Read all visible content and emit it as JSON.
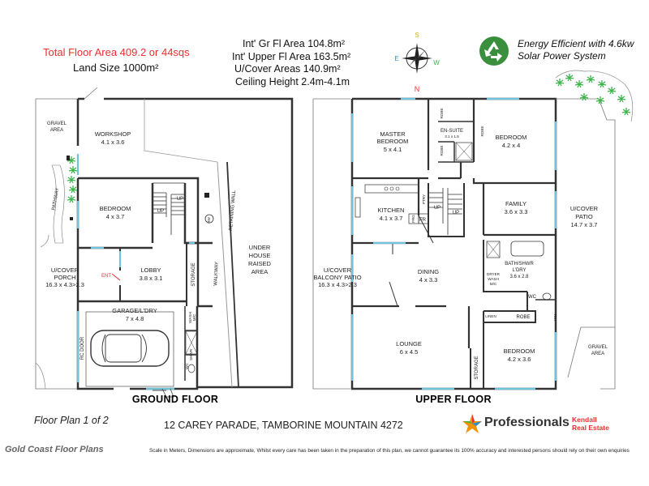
{
  "header": {
    "total_floor_area": "Total Floor Area 409.2 or 44sqs",
    "land_size": "Land Size 1000m²",
    "stats": [
      "Int' Gr Fl Area 104.8m²",
      "Int' Upper Fl Area 163.5m²",
      "U/Cover Areas 140.9m²",
      "Ceiling Height 2.4m-4.1m"
    ],
    "compass": {
      "n": "N",
      "s": "S",
      "e": "E",
      "w": "W"
    },
    "energy": [
      "Energy Efficient with 4.6kw",
      "Solar Power System"
    ]
  },
  "ground_floor": {
    "title": "GROUND FLOOR",
    "rooms": {
      "gravel_area": [
        "GRAVEL",
        "AREA"
      ],
      "workshop": [
        "WORKSHOP",
        "4.1 x 3.6"
      ],
      "pathway": "PATHWAY",
      "bedroom": [
        "BEDROOM",
        "4 x 3.7"
      ],
      "up1": "UP",
      "up2": "UP",
      "hw": "HW",
      "retaining_wall": "RETAINING WALL",
      "under_house": [
        "UNDER",
        "HOUSE",
        "RAISED",
        "AREA"
      ],
      "porch": [
        "U/COVER",
        "PORCH",
        "16.3 x 4.3>2.3"
      ],
      "ent": "ENT",
      "lobby": [
        "LOBBY",
        "3.8 x 3.1"
      ],
      "storage": "STORAGE",
      "walkway": "WALKWAY",
      "garage": [
        "GARAGE/L'DRY",
        "7 x 4.8"
      ],
      "rc_door": "RC DOOR",
      "wash": [
        "WASH",
        "M/C"
      ],
      "shwr": "SHWR",
      "wc": "WC"
    }
  },
  "upper_floor": {
    "title": "UPPER FLOOR",
    "rooms": {
      "master": [
        "MASTER",
        "BEDROOM",
        "5 x 4.1"
      ],
      "robe1": "ROBE",
      "ensuite": [
        "EN-SUITE",
        "3.1 x 1.5"
      ],
      "robe2": "ROBE",
      "robe3": "ROBE",
      "bedroom1": [
        "BEDROOM",
        "4.2 x 4"
      ],
      "kitchen": [
        "KITCHEN",
        "4.1 x 3.7"
      ],
      "ptry": "PTRY",
      "frg": "FRG",
      "fr": "FR",
      "up1": "UP",
      "up2": "UP",
      "family": [
        "FAMILY",
        "3.6 x 3.3"
      ],
      "ucover_patio": [
        "U/COVER",
        "PATIO",
        "14.7 x 3.7"
      ],
      "balcony": [
        "U/COVER",
        "BALCONY PATIO",
        "16.3 x 4.3>2.3"
      ],
      "dining": [
        "DINING",
        "4 x 3.3"
      ],
      "bath": [
        "BATH/SHWR",
        "L'DRY",
        "3.6 x 2.8"
      ],
      "dryer": [
        "DRYER",
        "WASH",
        "M/C"
      ],
      "wc": "WC",
      "linen": "LINEN",
      "robe4": "ROBE",
      "hw": "HW",
      "lounge": [
        "LOUNGE",
        "6 x 4.5"
      ],
      "storage": "STORAGE",
      "bedroom2": [
        "BEDROOM",
        "4.2 x 3.6"
      ],
      "gravel": [
        "GRAVEL",
        "AREA"
      ]
    }
  },
  "footer": {
    "plan_label": "Floor Plan 1 of 2",
    "address": "12 CAREY PARADE, TAMBORINE MOUNTAIN 4272",
    "brand": "Professionals",
    "brand_sub": [
      "Kendall",
      "Real Estate"
    ],
    "gcfp": "Gold Coast Floor Plans",
    "disclaimer": "Scale in Meters, Dimensions are approximate, Whilst every care has been taken in the preparation of this plan, we cannot guarantee its 100% accuracy and interested persons should rely on their own enquiries"
  },
  "colors": {
    "red": "#e8312f",
    "window": "#6fc3dc",
    "plant": "#3bb54a",
    "recycle": "#3a8f3d"
  }
}
